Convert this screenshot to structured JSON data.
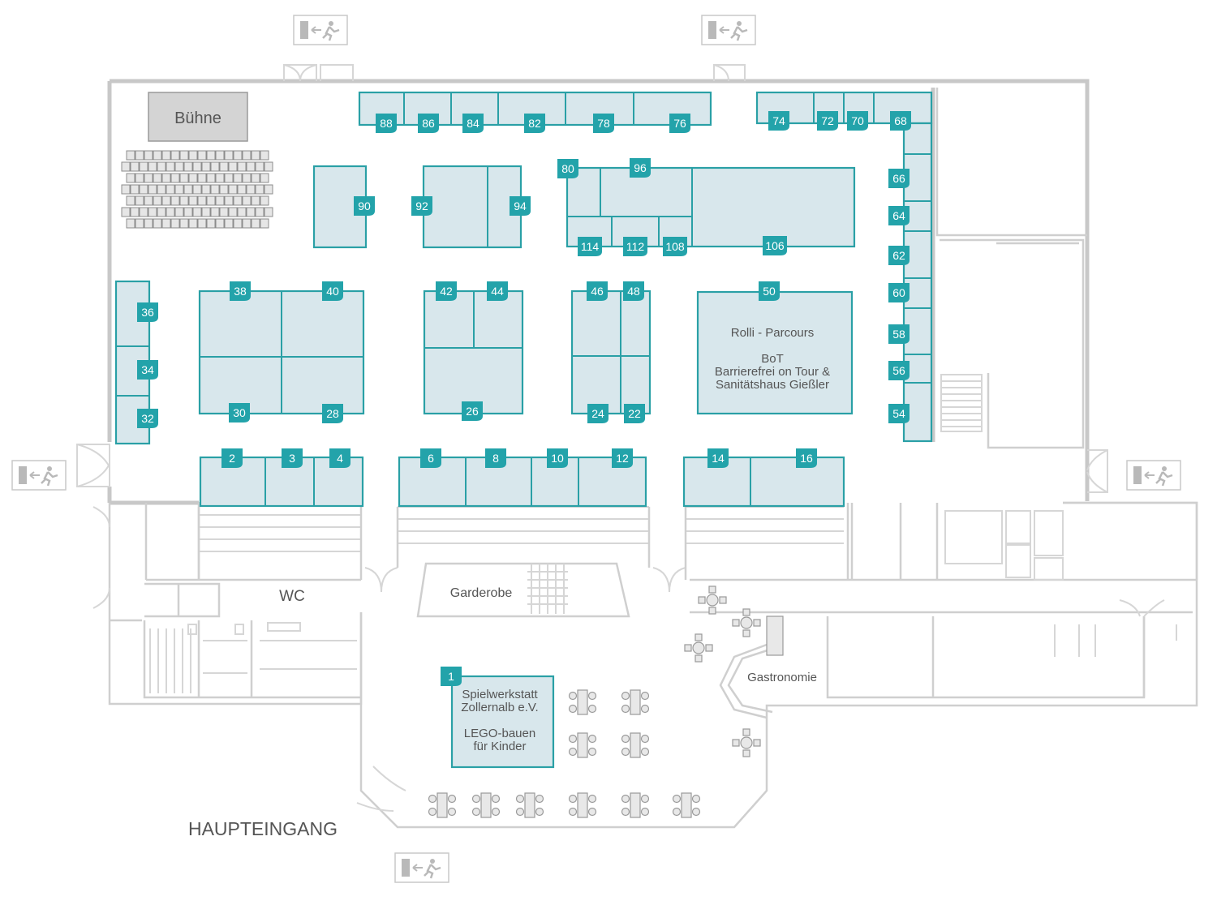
{
  "labels": {
    "stage": "Bühne",
    "wc": "WC",
    "cloakroom": "Garderobe",
    "gastronomy": "Gastronomie",
    "main_entrance": "HAUPTEINGANG"
  },
  "special_booths": {
    "rolli": {
      "line1": "Rolli - Parcours",
      "line2": "BoT",
      "line3": "Barrierefrei on Tour &",
      "line4": "Sanitätshaus Gießler"
    },
    "spielwerkstatt": {
      "line1": "Spielwerkstatt",
      "line2": "Zollernalb e.V.",
      "line3": "LEGO-bauen",
      "line4": "für Kinder"
    }
  },
  "booth_numbers": {
    "b1": "1",
    "b2": "2",
    "b3": "3",
    "b4": "4",
    "b6": "6",
    "b8": "8",
    "b10": "10",
    "b12": "12",
    "b14": "14",
    "b16": "16",
    "b22": "22",
    "b24": "24",
    "b26": "26",
    "b28": "28",
    "b30": "30",
    "b32": "32",
    "b34": "34",
    "b36": "36",
    "b38": "38",
    "b40": "40",
    "b42": "42",
    "b44": "44",
    "b46": "46",
    "b48": "48",
    "b50": "50",
    "b54": "54",
    "b56": "56",
    "b58": "58",
    "b60": "60",
    "b62": "62",
    "b64": "64",
    "b66": "66",
    "b68": "68",
    "b70": "70",
    "b72": "72",
    "b74": "74",
    "b76": "76",
    "b78": "78",
    "b80": "80",
    "b82": "82",
    "b84": "84",
    "b86": "86",
    "b88": "88",
    "b90": "90",
    "b92": "92",
    "b94": "94",
    "b96": "96",
    "b106": "106",
    "b108": "108",
    "b112": "112",
    "b114": "114"
  },
  "colors": {
    "booth_fill": "#d8e7ec",
    "booth_stroke": "#2aa0a6",
    "badge": "#23a3aa",
    "walls": "#c8c8c8"
  },
  "icons": [
    "emergency-exit-icon",
    "table-icon",
    "chair-row-icon"
  ]
}
